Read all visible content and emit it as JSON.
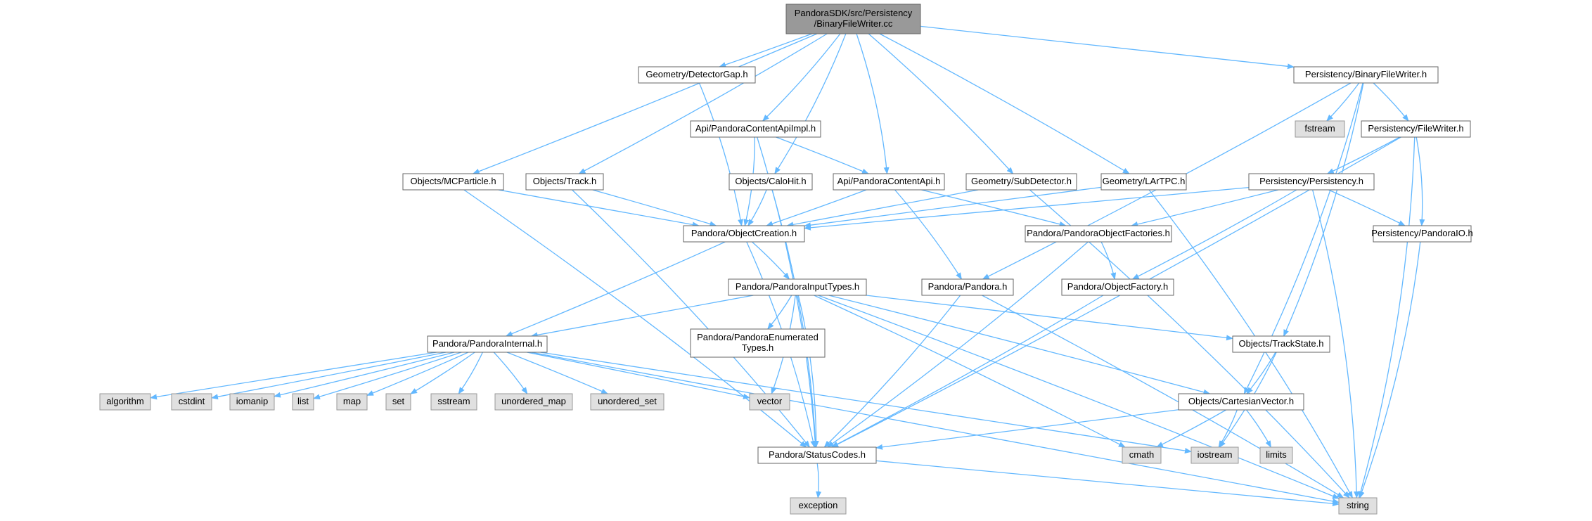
{
  "nodes": [
    {
      "id": "root",
      "kind": "root",
      "lines": [
        "PandoraSDK/src/Persistency",
        "/BinaryFileWriter.cc"
      ]
    },
    {
      "id": "detgap",
      "kind": "local",
      "lines": [
        "Geometry/DetectorGap.h"
      ]
    },
    {
      "id": "bfwh",
      "kind": "local",
      "lines": [
        "Persistency/BinaryFileWriter.h"
      ]
    },
    {
      "id": "fstream",
      "kind": "sys",
      "lines": [
        "fstream"
      ]
    },
    {
      "id": "fwh",
      "kind": "local",
      "lines": [
        "Persistency/FileWriter.h"
      ]
    },
    {
      "id": "apiimpl",
      "kind": "local",
      "lines": [
        "Api/PandoraContentApiImpl.h"
      ]
    },
    {
      "id": "mcp",
      "kind": "local",
      "lines": [
        "Objects/MCParticle.h"
      ]
    },
    {
      "id": "track",
      "kind": "local",
      "lines": [
        "Objects/Track.h"
      ]
    },
    {
      "id": "calohit",
      "kind": "local",
      "lines": [
        "Objects/CaloHit.h"
      ]
    },
    {
      "id": "api",
      "kind": "local",
      "lines": [
        "Api/PandoraContentApi.h"
      ]
    },
    {
      "id": "subdet",
      "kind": "local",
      "lines": [
        "Geometry/SubDetector.h"
      ]
    },
    {
      "id": "lartpc",
      "kind": "local",
      "lines": [
        "Geometry/LArTPC.h"
      ]
    },
    {
      "id": "persist",
      "kind": "local",
      "lines": [
        "Persistency/Persistency.h"
      ]
    },
    {
      "id": "objcreate",
      "kind": "local",
      "lines": [
        "Pandora/ObjectCreation.h"
      ]
    },
    {
      "id": "objfact",
      "kind": "local",
      "lines": [
        "Pandora/PandoraObjectFactories.h"
      ]
    },
    {
      "id": "pandoraio",
      "kind": "local",
      "lines": [
        "Persistency/PandoraIO.h"
      ]
    },
    {
      "id": "inputtypes",
      "kind": "local",
      "lines": [
        "Pandora/PandoraInputTypes.h"
      ]
    },
    {
      "id": "pandora",
      "kind": "local",
      "lines": [
        "Pandora/Pandora.h"
      ]
    },
    {
      "id": "objfactory",
      "kind": "local",
      "lines": [
        "Pandora/ObjectFactory.h"
      ]
    },
    {
      "id": "internal",
      "kind": "local",
      "lines": [
        "Pandora/PandoraInternal.h"
      ]
    },
    {
      "id": "enumtypes",
      "kind": "local",
      "lines": [
        "Pandora/PandoraEnumerated",
        "Types.h"
      ]
    },
    {
      "id": "trackstate",
      "kind": "local",
      "lines": [
        "Objects/TrackState.h"
      ]
    },
    {
      "id": "algorithm",
      "kind": "sys",
      "lines": [
        "algorithm"
      ]
    },
    {
      "id": "cstdint",
      "kind": "sys",
      "lines": [
        "cstdint"
      ]
    },
    {
      "id": "iomanip",
      "kind": "sys",
      "lines": [
        "iomanip"
      ]
    },
    {
      "id": "list",
      "kind": "sys",
      "lines": [
        "list"
      ]
    },
    {
      "id": "map",
      "kind": "sys",
      "lines": [
        "map"
      ]
    },
    {
      "id": "set",
      "kind": "sys",
      "lines": [
        "set"
      ]
    },
    {
      "id": "sstream",
      "kind": "sys",
      "lines": [
        "sstream"
      ]
    },
    {
      "id": "umap",
      "kind": "sys",
      "lines": [
        "unordered_map"
      ]
    },
    {
      "id": "uset",
      "kind": "sys",
      "lines": [
        "unordered_set"
      ]
    },
    {
      "id": "vector",
      "kind": "sys",
      "lines": [
        "vector"
      ]
    },
    {
      "id": "cartvec",
      "kind": "local",
      "lines": [
        "Objects/CartesianVector.h"
      ]
    },
    {
      "id": "status",
      "kind": "local",
      "lines": [
        "Pandora/StatusCodes.h"
      ]
    },
    {
      "id": "cmath",
      "kind": "sys",
      "lines": [
        "cmath"
      ]
    },
    {
      "id": "iostream",
      "kind": "sys",
      "lines": [
        "iostream"
      ]
    },
    {
      "id": "limits",
      "kind": "sys",
      "lines": [
        "limits"
      ]
    },
    {
      "id": "exception",
      "kind": "sys",
      "lines": [
        "exception"
      ]
    },
    {
      "id": "string",
      "kind": "sys",
      "lines": [
        "string"
      ]
    }
  ],
  "edges": [
    [
      "root",
      "detgap"
    ],
    [
      "root",
      "bfwh"
    ],
    [
      "root",
      "apiimpl"
    ],
    [
      "root",
      "mcp"
    ],
    [
      "root",
      "track"
    ],
    [
      "root",
      "calohit"
    ],
    [
      "root",
      "api"
    ],
    [
      "root",
      "subdet"
    ],
    [
      "root",
      "lartpc"
    ],
    [
      "bfwh",
      "fstream"
    ],
    [
      "bfwh",
      "fwh"
    ],
    [
      "bfwh",
      "pandora"
    ],
    [
      "bfwh",
      "trackstate"
    ],
    [
      "bfwh",
      "cartvec"
    ],
    [
      "fwh",
      "persist"
    ],
    [
      "fwh",
      "pandoraio"
    ],
    [
      "fwh",
      "status"
    ],
    [
      "fwh",
      "string"
    ],
    [
      "detgap",
      "objcreate"
    ],
    [
      "apiimpl",
      "api"
    ],
    [
      "apiimpl",
      "objcreate"
    ],
    [
      "apiimpl",
      "status"
    ],
    [
      "mcp",
      "objcreate"
    ],
    [
      "mcp",
      "status"
    ],
    [
      "track",
      "objcreate"
    ],
    [
      "track",
      "status"
    ],
    [
      "calohit",
      "objcreate"
    ],
    [
      "calohit",
      "status"
    ],
    [
      "api",
      "objcreate"
    ],
    [
      "api",
      "objfact"
    ],
    [
      "api",
      "pandora"
    ],
    [
      "subdet",
      "objcreate"
    ],
    [
      "subdet",
      "string"
    ],
    [
      "lartpc",
      "objcreate"
    ],
    [
      "lartpc",
      "string"
    ],
    [
      "persist",
      "objcreate"
    ],
    [
      "persist",
      "objfact"
    ],
    [
      "persist",
      "pandoraio"
    ],
    [
      "persist",
      "objfactory"
    ],
    [
      "persist",
      "string"
    ],
    [
      "objcreate",
      "inputtypes"
    ],
    [
      "objcreate",
      "internal"
    ],
    [
      "objcreate",
      "status"
    ],
    [
      "objfact",
      "objfactory"
    ],
    [
      "objfact",
      "status"
    ],
    [
      "pandoraio",
      "string"
    ],
    [
      "inputtypes",
      "internal"
    ],
    [
      "inputtypes",
      "enumtypes"
    ],
    [
      "inputtypes",
      "trackstate"
    ],
    [
      "inputtypes",
      "vector"
    ],
    [
      "inputtypes",
      "cartvec"
    ],
    [
      "inputtypes",
      "cmath"
    ],
    [
      "inputtypes",
      "status"
    ],
    [
      "inputtypes",
      "string"
    ],
    [
      "pandora",
      "status"
    ],
    [
      "pandora",
      "string"
    ],
    [
      "objfactory",
      "status"
    ],
    [
      "internal",
      "algorithm"
    ],
    [
      "internal",
      "cstdint"
    ],
    [
      "internal",
      "iomanip"
    ],
    [
      "internal",
      "list"
    ],
    [
      "internal",
      "map"
    ],
    [
      "internal",
      "set"
    ],
    [
      "internal",
      "sstream"
    ],
    [
      "internal",
      "umap"
    ],
    [
      "internal",
      "uset"
    ],
    [
      "internal",
      "vector"
    ],
    [
      "internal",
      "iostream"
    ],
    [
      "internal",
      "string"
    ],
    [
      "trackstate",
      "cartvec"
    ],
    [
      "trackstate",
      "iostream"
    ],
    [
      "cartvec",
      "cmath"
    ],
    [
      "cartvec",
      "iostream"
    ],
    [
      "cartvec",
      "limits"
    ],
    [
      "cartvec",
      "status"
    ],
    [
      "status",
      "exception"
    ],
    [
      "status",
      "string"
    ]
  ]
}
